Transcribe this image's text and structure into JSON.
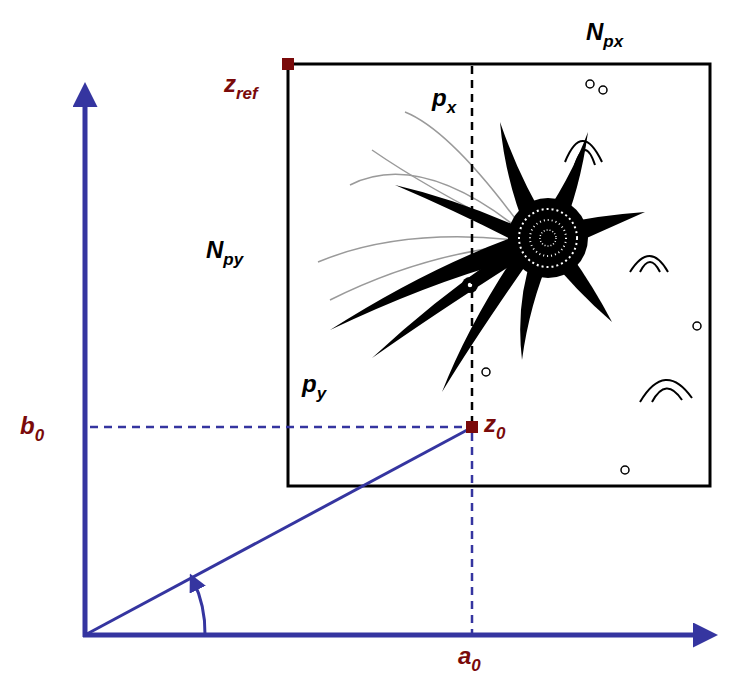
{
  "diagram": {
    "labels": [
      "z",
      "ref",
      "N",
      "px",
      "N",
      "py",
      "p",
      "x",
      "p",
      "y",
      "z",
      "0",
      "b",
      "0",
      "a",
      "0"
    ]
  }
}
